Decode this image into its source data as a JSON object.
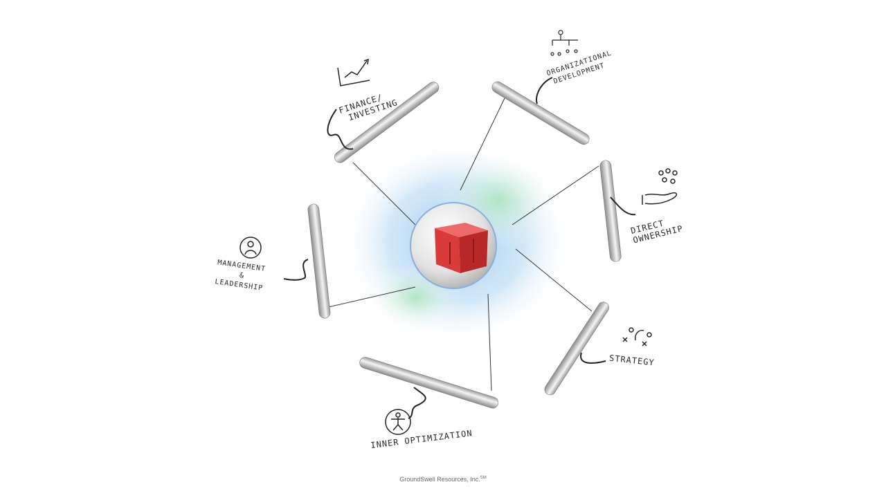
{
  "segments": [
    {
      "label_line1": "Finance/",
      "label_line2": "Investing",
      "icon": "chart-trend-icon"
    },
    {
      "label_line1": "Organizational",
      "label_line2": "Development",
      "icon": "org-chart-icon"
    },
    {
      "label_line1": "Direct",
      "label_line2": "Ownership",
      "icon": "hand-coins-icon"
    },
    {
      "label_line1": "Strategy",
      "label_line2": "",
      "icon": "play-diagram-icon"
    },
    {
      "label_line1": "Inner Optimization",
      "label_line2": "",
      "icon": "person-circle-icon"
    },
    {
      "label_line1": "Management",
      "label_line2": "&",
      "label_line3": "Leadership",
      "icon": "leader-circle-icon"
    }
  ],
  "center": {
    "icon": "red-cube-icon"
  },
  "footer": {
    "company": "GroundSwell Resources, Inc.",
    "mark": "SM"
  },
  "colors": {
    "cube": "#d93a3a",
    "cloud_blue": "#7fb3e8",
    "cloud_green": "#9fdcb0"
  }
}
